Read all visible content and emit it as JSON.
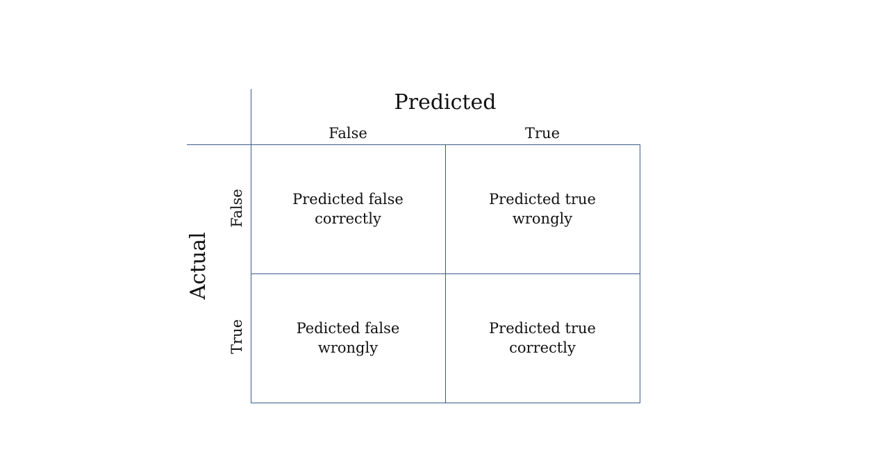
{
  "matrix": {
    "column_axis_label": "Predicted",
    "row_axis_label": "Actual",
    "column_headers": [
      "False",
      "True"
    ],
    "row_headers": [
      "False",
      "True"
    ],
    "cells": [
      [
        "Predicted false\ncorrectly",
        "Predicted true\nwrongly"
      ],
      [
        "Pedicted false\nwrongly",
        "Predicted true\ncorrectly"
      ]
    ],
    "line_color": "#3a5a8c"
  }
}
